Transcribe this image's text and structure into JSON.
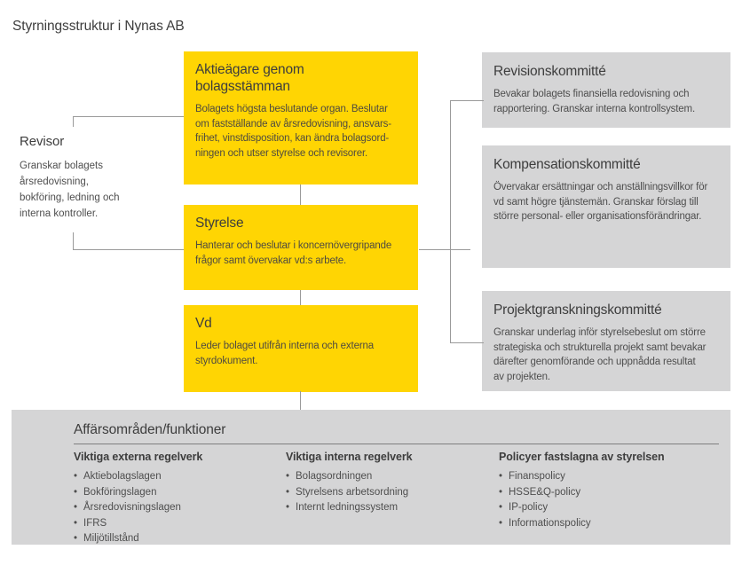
{
  "page": {
    "title": "Styrningsstruktur i Nynas AB"
  },
  "colors": {
    "yellow": "#ffd503",
    "box_gray": "#d5d5d6",
    "line_gray": "#9a9a9a",
    "heading_text": "#3d3d3d",
    "body_text": "#4e4e4e"
  },
  "revisor": {
    "title": "Revisor",
    "body": "Granskar bolagets\nårsredovisning,\nbokföring, ledning och\ninterna kontroller."
  },
  "governance": [
    {
      "title": "Aktieägare genom\nbolagsstämman",
      "body": "Bolagets högsta beslutande organ. Beslutar\nom fastställande av årsredovisning, ansvars-\nfrihet, vinstdisposition, kan ändra bolagsord-\nningen och utser styrelse och revisorer."
    },
    {
      "title": "Styrelse",
      "body": "Hanterar och beslutar i koncernövergripande\nfrågor samt övervakar vd:s arbete."
    },
    {
      "title": "Vd",
      "body": "Leder bolaget utifrån interna och externa\nstyrdokument."
    }
  ],
  "committees": [
    {
      "title": "Revisionskommitté",
      "body": "Bevakar bolagets finansiella redovisning och\nrapportering. Granskar interna kontrollsystem."
    },
    {
      "title": "Kompensationskommitté",
      "body": "Övervakar ersättningar och anställningsvillkor för\nvd samt högre tjänstemän. Granskar förslag till\nstörre personal- eller organisationsförändringar."
    },
    {
      "title": "Projektgranskningskommitté",
      "body": "Granskar underlag inför styrelsebeslut om större\nstrategiska och strukturella projekt samt bevakar\ndärefter genomförande och uppnådda resultat\nav projekten."
    }
  ],
  "bottom": {
    "title": "Affärsområden/funktioner",
    "columns": [
      {
        "header": "Viktiga externa regelverk",
        "items": [
          "Aktiebolagslagen",
          "Bokföringslagen",
          "Årsredovisningslagen",
          "IFRS",
          "Miljötillstånd"
        ]
      },
      {
        "header": "Viktiga interna regelverk",
        "items": [
          "Bolagsordningen",
          "Styrelsens arbetsordning",
          "Internt ledningssystem"
        ]
      },
      {
        "header": "Policyer fastslagna av styrelsen",
        "items": [
          "Finanspolicy",
          "HSSE&Q-policy",
          "IP-policy",
          "Informationspolicy"
        ]
      }
    ]
  }
}
